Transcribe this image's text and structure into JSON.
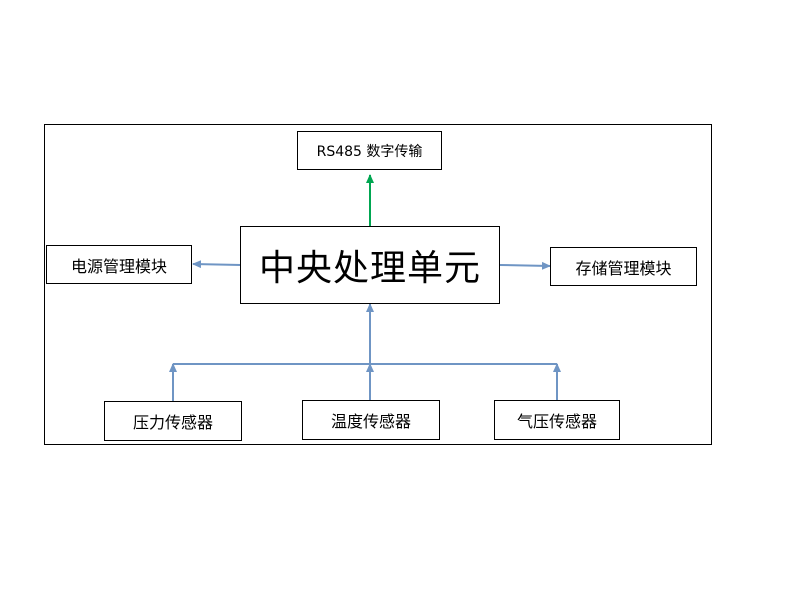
{
  "diagram": {
    "central": "中央处理单元",
    "rs485": "RS485 数字传输",
    "power": "电源管理模块",
    "storage": "存储管理模块",
    "sensors": {
      "pressure": "压力传感器",
      "temperature": "温度传感器",
      "barometric": "气压传感器"
    },
    "colors": {
      "output_arrow": "#00a651",
      "connector": "#6f95c4",
      "border": "#000000"
    }
  }
}
